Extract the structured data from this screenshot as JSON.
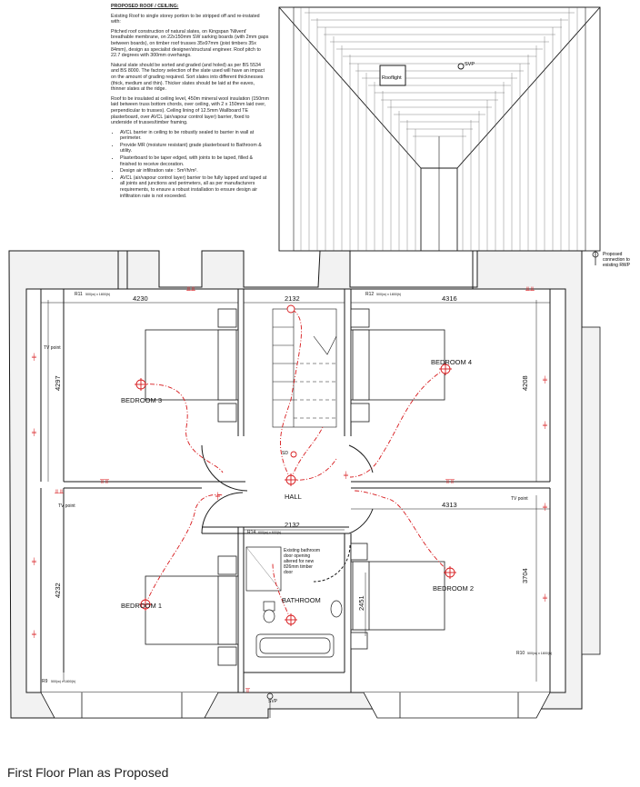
{
  "notes": {
    "heading": "PROPOSED ROOF / CEILING:",
    "p1": "Existing Roof to single storey portion to be stripped off and re-instated with:",
    "p2": "Pitched roof construction of natural slates, on Kingspan 'Nilvent' breathable membrane, on 22x150mm SW sarking boards (with 2mm gaps between boards), on timber roof trusses 35x97mm (joist timbers 35x 84mm), design as specialist designer/structural engineer. Roof pitch to 22.7 degrees with 300mm overhangs.",
    "p3": "Natural slate should be sorted and graded (and holed) as per BS 5534 and BS 8000. The factory selection of the slate used will have an impact on the amount of grading required. Sort slates into different thicknesses (thick, medium and thin). Thicker slates should be laid at the eaves, thinner slates at the ridge.",
    "p4": "Roof to be insulated at ceiling level, 450m mineral wool insulation (150mm laid between truss bottom chords, over ceiling, with 2 x 150mm laid over, perpendicular to trusses). Ceiling lining of 12.5mm Wallboard TE plasterboard, over AVCL (air/vapour control layer) barrier, fixed to underside of trusses/timber framing.",
    "bullets": [
      "AVCL barrier in ceiling to be robustly sealed to barrier in wall at perimeter.",
      "Provide MR (moisture resistant) grade plasterboard to Bathroom & utility.",
      "Plasterboard to be taper edged, with joints to be taped, filled & finished to receive decoration.",
      "Design air infiltration rate : 5m³/h/m².",
      "AVCL (air/vapour control layer) barrier to be fully lapped and taped at all joints and junctions and perimeters, all as per manufacturers requirements, to ensure a robust installation to ensure design air infiltration rate is not exceeded."
    ]
  },
  "roof": {
    "rooflight": "Rooflight",
    "svp_top": "SVP",
    "rwp_note": [
      "Proposed",
      "connection to",
      "existing RWP"
    ]
  },
  "rooms": {
    "bedroom1": "BEDROOM 1",
    "bedroom2": "BEDROOM 2",
    "bedroom3": "BEDROOM 3",
    "bedroom4": "BEDROOM 4",
    "hall": "HALL",
    "bathroom": "BATHROOM"
  },
  "dimensions": {
    "top_left": "4230",
    "top_mid": "2132",
    "top_right": "4316",
    "left_upper": "4297",
    "right_upper": "4208",
    "mid_right": "4313",
    "mid_center": "2132",
    "left_lower": "4232",
    "right_lower": "3704",
    "bath": "2451"
  },
  "windows": {
    "r11": "R11",
    "r11_size": "500(w) x 1800(h)",
    "r12": "R12",
    "r12_size": "500(w) x 1800(h)",
    "r14": "R14",
    "r14_size": "600(w) x 600(h)",
    "r9": "R9",
    "r9_size": "500(w) x 1800(h)",
    "r10": "R10",
    "r10_size": "500(w) x 1800(h)"
  },
  "labels": {
    "tv_left_upper": "TV point",
    "tv_left_lower": "TV point",
    "tv_right": "TV point",
    "sd": "SD",
    "svp_bottom": "SVP",
    "bath_note": [
      "Existing bathroom",
      "door opening",
      "altered for new",
      "826mm timber",
      "door"
    ]
  },
  "caption": "First Floor Plan as Proposed",
  "colors": {
    "line": "#1a1a1a",
    "electrical": "#d7191c",
    "wall_fill": "#f2f2f2"
  }
}
